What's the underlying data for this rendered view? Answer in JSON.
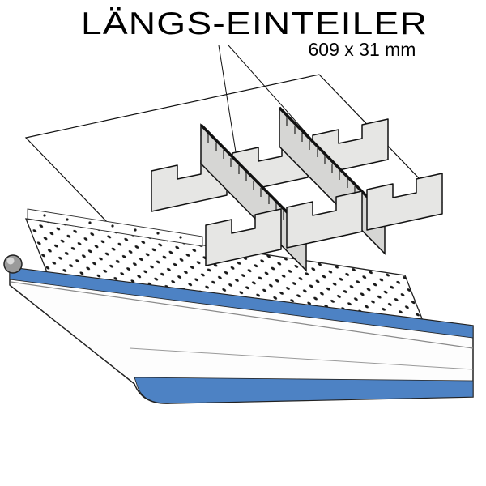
{
  "title": "LÄNGS-EINTEILER",
  "dimensions": "609 x 31 mm",
  "illustration": {
    "description": "isometric line drawing of an open drawer with perforated base and slotted divider walls",
    "longitudinal_dividers": 2,
    "cross_divider_panels": 6,
    "colors": {
      "line": "#111111",
      "divider_face_gray": "#e6e6e4",
      "long_divider_gray": "#d6d6d4",
      "accent_blue": "#4d82c4",
      "background": "#ffffff"
    }
  }
}
